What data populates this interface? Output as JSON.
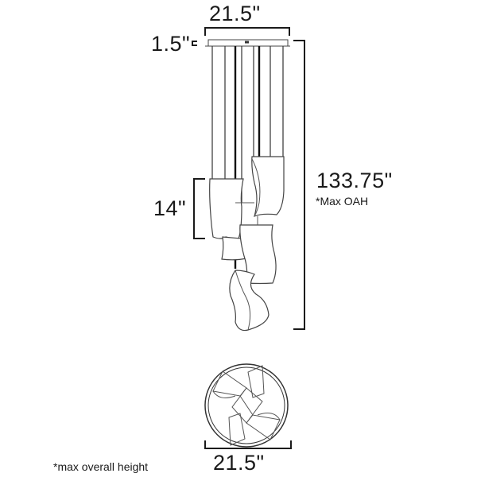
{
  "diagram": {
    "type": "product-dimension-drawing",
    "subject": "multi-light pendant chandelier",
    "dimensions": {
      "canopy_width": "21.5\"",
      "canopy_height": "1.5\"",
      "shade_height": "14\"",
      "overall_height": "133.75\"",
      "overall_height_note": "*Max OAH",
      "bottom_diameter": "21.5\""
    },
    "footnote": "*max overall height",
    "views": [
      "side-elevation",
      "bottom-plan"
    ],
    "colors": {
      "line": "#1a1a1a",
      "background": "#ffffff"
    }
  }
}
